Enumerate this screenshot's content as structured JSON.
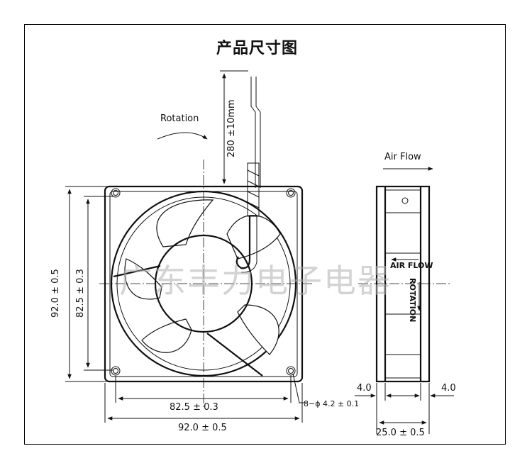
{
  "title": "产品尺寸图",
  "watermark": "广东丰力电子电器",
  "labels": {
    "rotation": "Rotation",
    "air_flow": "Air Flow",
    "cable_length": "280 ±10mm",
    "height_outer": "92.0 ± 0.5",
    "height_hole": "82.5 ± 0.3",
    "width_hole": "82.5 ± 0.3",
    "width_outer": "92.0 ± 0.5",
    "hole_spec": "8−ϕ 4.2 ± 0.1",
    "depth": "25.0 ± 0.5",
    "flange_left": "4.0",
    "flange_right": "4.0",
    "side_air_flow": "AIR FLOW",
    "side_rotation": "ROTATION"
  }
}
